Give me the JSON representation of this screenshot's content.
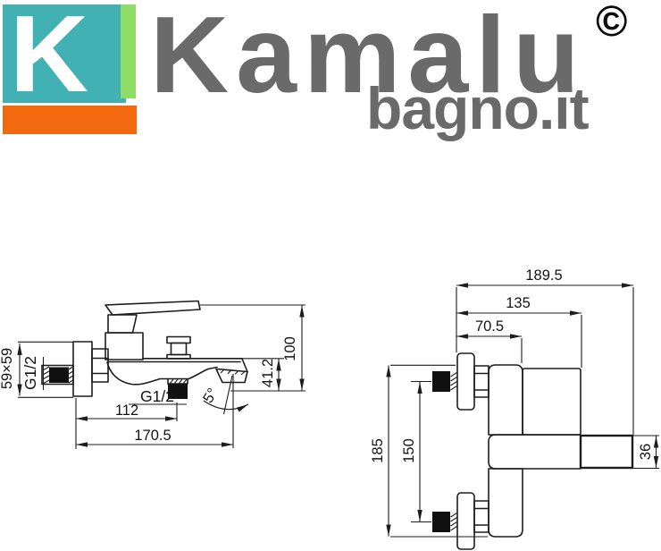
{
  "logo": {
    "k_letter": "K",
    "brand_name": "Kamalu",
    "copyright_symbol": "©",
    "subtitle": "bagno.it",
    "colors": {
      "teal": "#41b1b3",
      "green": "#8edd66",
      "orange": "#f2690f",
      "text-gray": "#6a6a6a"
    }
  },
  "drawing": {
    "side_view": {
      "plate_size_label": "59×59",
      "inlet_thread_label": "G1/2",
      "outlet_thread_label": "G1/2",
      "outlet_distance_label": "112",
      "total_length_label": "170.5",
      "spout_drop_label": "41.2",
      "height_label": "100",
      "spout_angle_label": "5°"
    },
    "top_view": {
      "total_depth_label": "189.5",
      "body_depth_label": "135",
      "front_depth_label": "70.5",
      "total_height_label": "185",
      "inlet_spacing_label": "150",
      "spout_width_label": "36"
    }
  }
}
